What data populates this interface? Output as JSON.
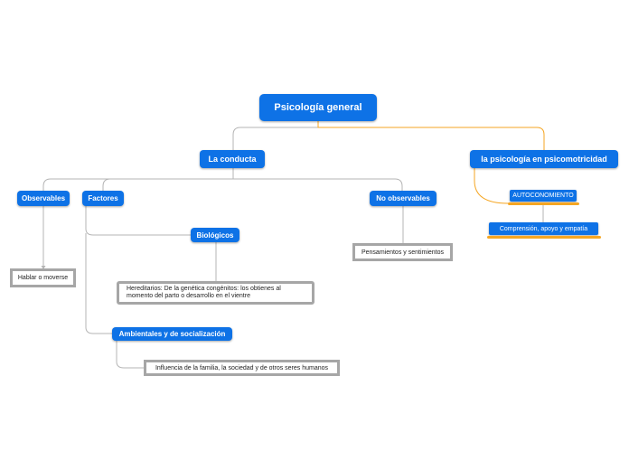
{
  "root": {
    "label": "Psicología general"
  },
  "branches": {
    "conducta": "La conducta",
    "psicomotricidad": "la psicología en psicomotricidad"
  },
  "conducta_children": {
    "observables": "Observables",
    "factores": "Factores",
    "no_observables": "No observables"
  },
  "factores_children": {
    "biologicos": "Biológicos",
    "ambientales": "Ambientales y de socialización"
  },
  "details": {
    "hablar": "Hablar o moverse",
    "hereditarios": "Hereditarios: De la genética congénitos: los obtienes al momento del parto o desarrollo en el vientre",
    "influencia": "Influencia de la familia, la sociedad y de otros seres humanos",
    "pensamientos": "Pensamientos y sentimientos"
  },
  "psicomotricidad_children": {
    "autoconocimiento": "AUTOCONOMIENTO",
    "comprension": "Comprensión, apoyo y empatía"
  },
  "colors": {
    "node_blue": "#0e72e6",
    "connector_gray": "#b5b5b5",
    "connector_orange": "#f5a623",
    "box_border": "#a6a6a6"
  }
}
